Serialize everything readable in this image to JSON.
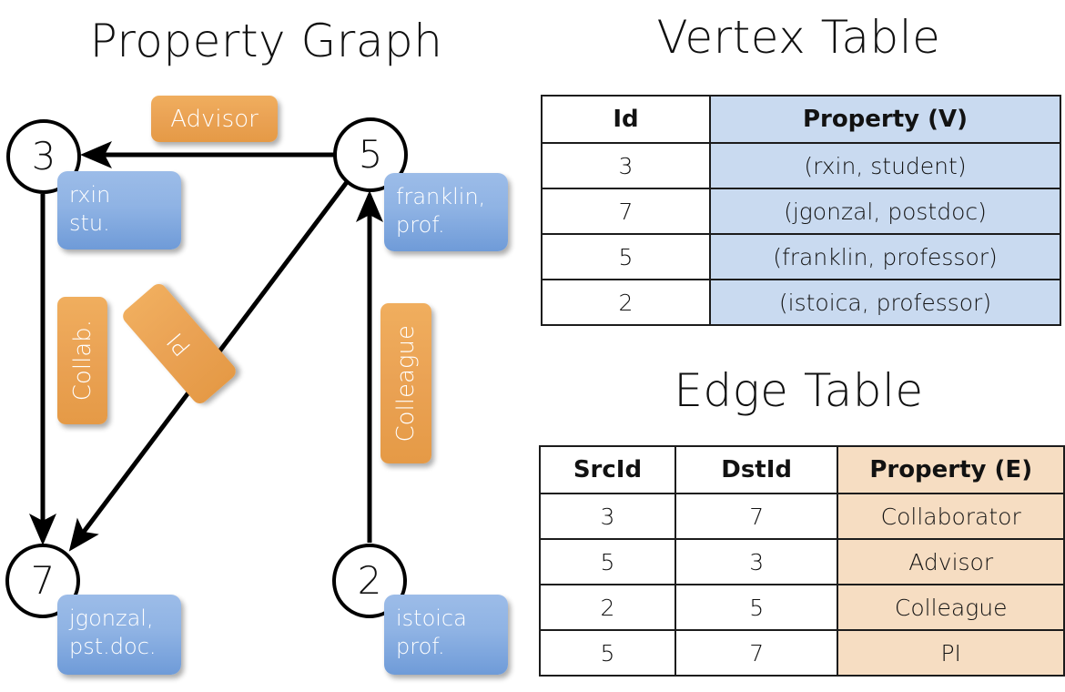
{
  "titles": {
    "property_graph": "Property Graph",
    "vertex_table": "Vertex Table",
    "edge_table": "Edge Table"
  },
  "colors": {
    "vertex_property_fill": "#c9daf0",
    "edge_property_fill": "#f6ddc2",
    "vertex_box_fill": "#8fb3e4",
    "edge_box_fill": "#eaa254",
    "stroke": "#000000"
  },
  "graph": {
    "nodes": [
      {
        "id": "3",
        "property": "rxin\nstu.",
        "property_line1": "rxin",
        "property_line2": "stu."
      },
      {
        "id": "5",
        "property": "franklin,\nprof.",
        "property_line1": "franklin,",
        "property_line2": "prof."
      },
      {
        "id": "7",
        "property": "jgonzal,\npst.doc.",
        "property_line1": "jgonzal,",
        "property_line2": "pst.doc."
      },
      {
        "id": "2",
        "property": "istoica\nprof.",
        "property_line1": "istoica",
        "property_line2": "prof."
      }
    ],
    "edge_labels": [
      {
        "name": "advisor",
        "label": "Advisor",
        "orientation": "horizontal"
      },
      {
        "name": "collab",
        "label": "Collab.",
        "orientation": "vertical"
      },
      {
        "name": "pi",
        "label": "PI",
        "orientation": "rotated"
      },
      {
        "name": "colleague",
        "label": "Colleague",
        "orientation": "vertical"
      }
    ],
    "edges": [
      {
        "from": "5",
        "to": "3",
        "label": "Advisor"
      },
      {
        "from": "3",
        "to": "7",
        "label": "Collab."
      },
      {
        "from": "5",
        "to": "7",
        "label": "PI"
      },
      {
        "from": "2",
        "to": "5",
        "label": "Colleague"
      }
    ]
  },
  "vertex_table": {
    "headers": [
      "Id",
      "Property (V)"
    ],
    "rows": [
      {
        "id": "3",
        "property": "(rxin, student)"
      },
      {
        "id": "7",
        "property": "(jgonzal, postdoc)"
      },
      {
        "id": "5",
        "property": "(franklin, professor)"
      },
      {
        "id": "2",
        "property": "(istoica, professor)"
      }
    ]
  },
  "edge_table": {
    "headers": [
      "SrcId",
      "DstId",
      "Property (E)"
    ],
    "rows": [
      {
        "src": "3",
        "dst": "7",
        "property": "Collaborator"
      },
      {
        "src": "5",
        "dst": "3",
        "property": "Advisor"
      },
      {
        "src": "2",
        "dst": "5",
        "property": "Colleague"
      },
      {
        "src": "5",
        "dst": "7",
        "property": "PI"
      }
    ]
  }
}
